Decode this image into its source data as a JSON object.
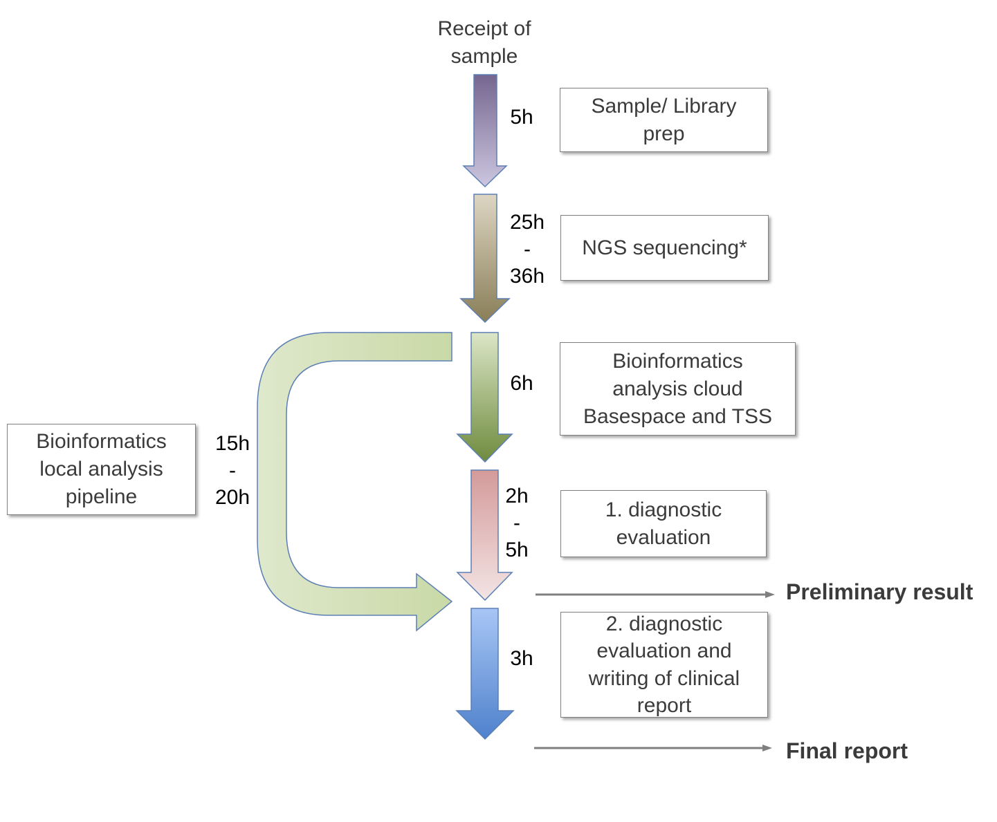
{
  "start": {
    "label": "Receipt of\nsample"
  },
  "steps": [
    {
      "name": "Sample/ Library\nprep",
      "duration": "5h",
      "color_top": "#75668f",
      "color_bottom": "#ccc6df"
    },
    {
      "name": "NGS sequencing*",
      "duration": "25h\n-\n36h",
      "color_top": "#ddd6c3",
      "color_bottom": "#8a7e58"
    },
    {
      "name": "Bioinformatics\nanalysis cloud\nBasespace and TSS",
      "duration": "6h",
      "color_top": "#dbe6c7",
      "color_bottom": "#6f8b3e"
    },
    {
      "name": "1. diagnostic\nevaluation",
      "duration": "2h\n-\n5h",
      "color_top": "#d49a9a",
      "color_bottom": "#f3e4e4"
    },
    {
      "name": "2. diagnostic\nevaluation and\nwriting of clinical\nreport",
      "duration": "3h",
      "color_top": "#a8c6f5",
      "color_bottom": "#4f81cc"
    }
  ],
  "local_pipeline": {
    "name": "Bioinformatics\nlocal analysis\npipeline",
    "duration": "15h\n-\n20h",
    "color": "#d3e0b8"
  },
  "outputs": [
    {
      "label": "Preliminary result"
    },
    {
      "label": "Final report"
    }
  ],
  "colors": {
    "arrow_outline": "#5b7fb5",
    "connector": "#7f7f7f"
  }
}
